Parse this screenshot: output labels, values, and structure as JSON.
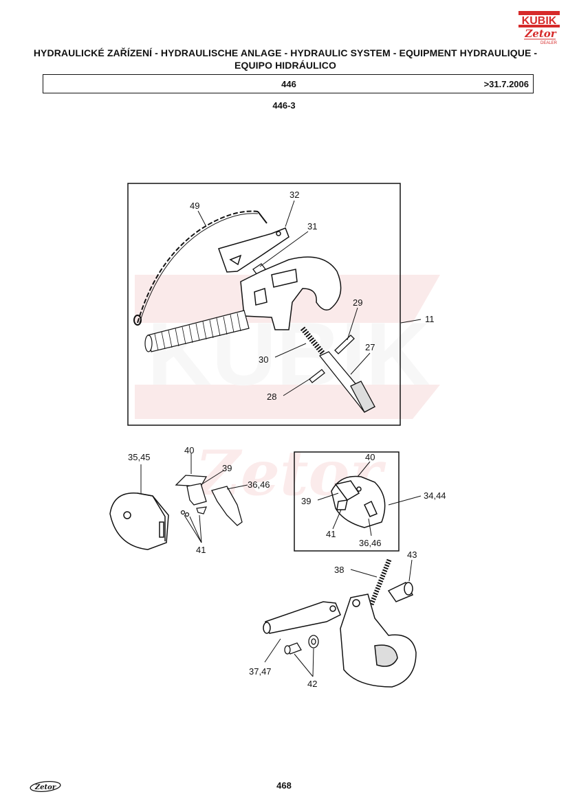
{
  "header": {
    "title_line1": "HYDRAULICKÉ ZAŘÍZENÍ - HYDRAULISCHE ANLAGE - HYDRAULIC SYSTEM - EQUIPMENT HYDRAULIQUE -",
    "title_line2": "EQUIPO HIDRÁULICO",
    "model": "446",
    "date": ">31.7.2006",
    "section": "446-3"
  },
  "logo": {
    "brand": "KUBIK",
    "sub": "Zetor",
    "dealer": "DEALER",
    "color": "#d62a2a"
  },
  "watermark": {
    "text": "KUBIK",
    "color": "#f3c4c4"
  },
  "callouts": {
    "c49": "49",
    "c32": "32",
    "c31": "31",
    "c29": "29",
    "c11": "11",
    "c30": "30",
    "c27": "27",
    "c28": "28",
    "c35_45": "35,45",
    "c40a": "40",
    "c39a": "39",
    "c36_46a": "36,46",
    "c41a": "41",
    "c40b": "40",
    "c34_44": "34,44",
    "c39b": "39",
    "c41b": "41",
    "c36_46b": "36,46",
    "c43": "43",
    "c38": "38",
    "c37_47": "37,47",
    "c42": "42"
  },
  "footer": {
    "page": "468",
    "brand_mark": "Zetor"
  }
}
